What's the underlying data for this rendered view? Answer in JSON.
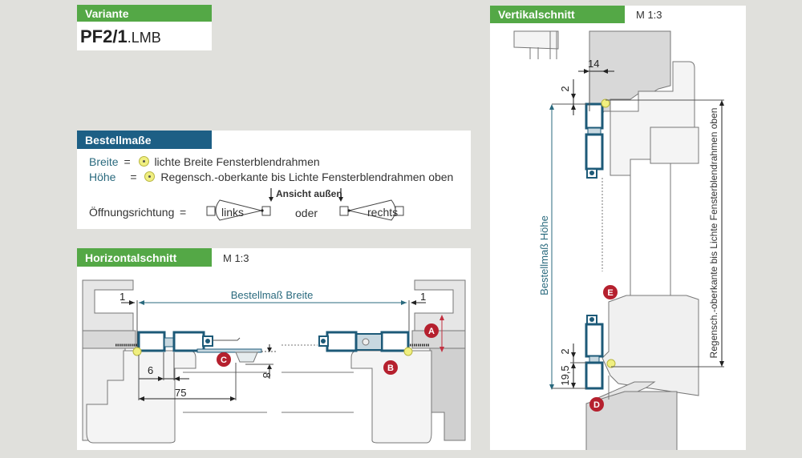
{
  "variant": {
    "header": "Variante",
    "code_bold": "PF2/1",
    "code_suffix": ".LMB"
  },
  "order_dimensions": {
    "header": "Bestellmaße",
    "width_label": "Breite",
    "width_eq": "=",
    "width_desc": "lichte Breite Fensterblendrahmen",
    "height_label": "Höhe",
    "height_eq": "=",
    "height_desc": "Regensch.-oberkante bis Lichte Fensterblendrahmen oben",
    "opening_label": "Öffnungsrichtung",
    "opening_eq": "=",
    "view_label": "Ansicht außen",
    "left_label": "links",
    "or_label": "oder",
    "right_label": "rechts"
  },
  "horizontal_section": {
    "header": "Horizontalschnitt",
    "scale": "M 1:3",
    "width_dim_label": "Bestellmaß Breite",
    "dim_left_gap": "1",
    "dim_right_gap": "1",
    "dim_6": "6",
    "dim_75": "75",
    "dim_8": "8",
    "markers": [
      "A",
      "B",
      "C"
    ]
  },
  "vertical_section": {
    "header": "Vertikalschnitt",
    "scale": "M 1:3",
    "height_dim_label": "Bestellmaß Höhe",
    "side_dim_label": "Regensch.-oberkante bis Lichte Fensterblendrahmen oben",
    "dim_14": "14",
    "dim_2_top": "2",
    "dim_2_bottom": "2",
    "dim_19_5": "19,5",
    "markers": [
      "D",
      "E"
    ]
  },
  "colors": {
    "header_green": "#54a846",
    "header_blue": "#1d5f85",
    "profile_blue": "#1d5a78",
    "marker_red": "#b5202e",
    "dimension_teal": "#2a6a7e",
    "reference_yellow": "#f0ef80"
  }
}
